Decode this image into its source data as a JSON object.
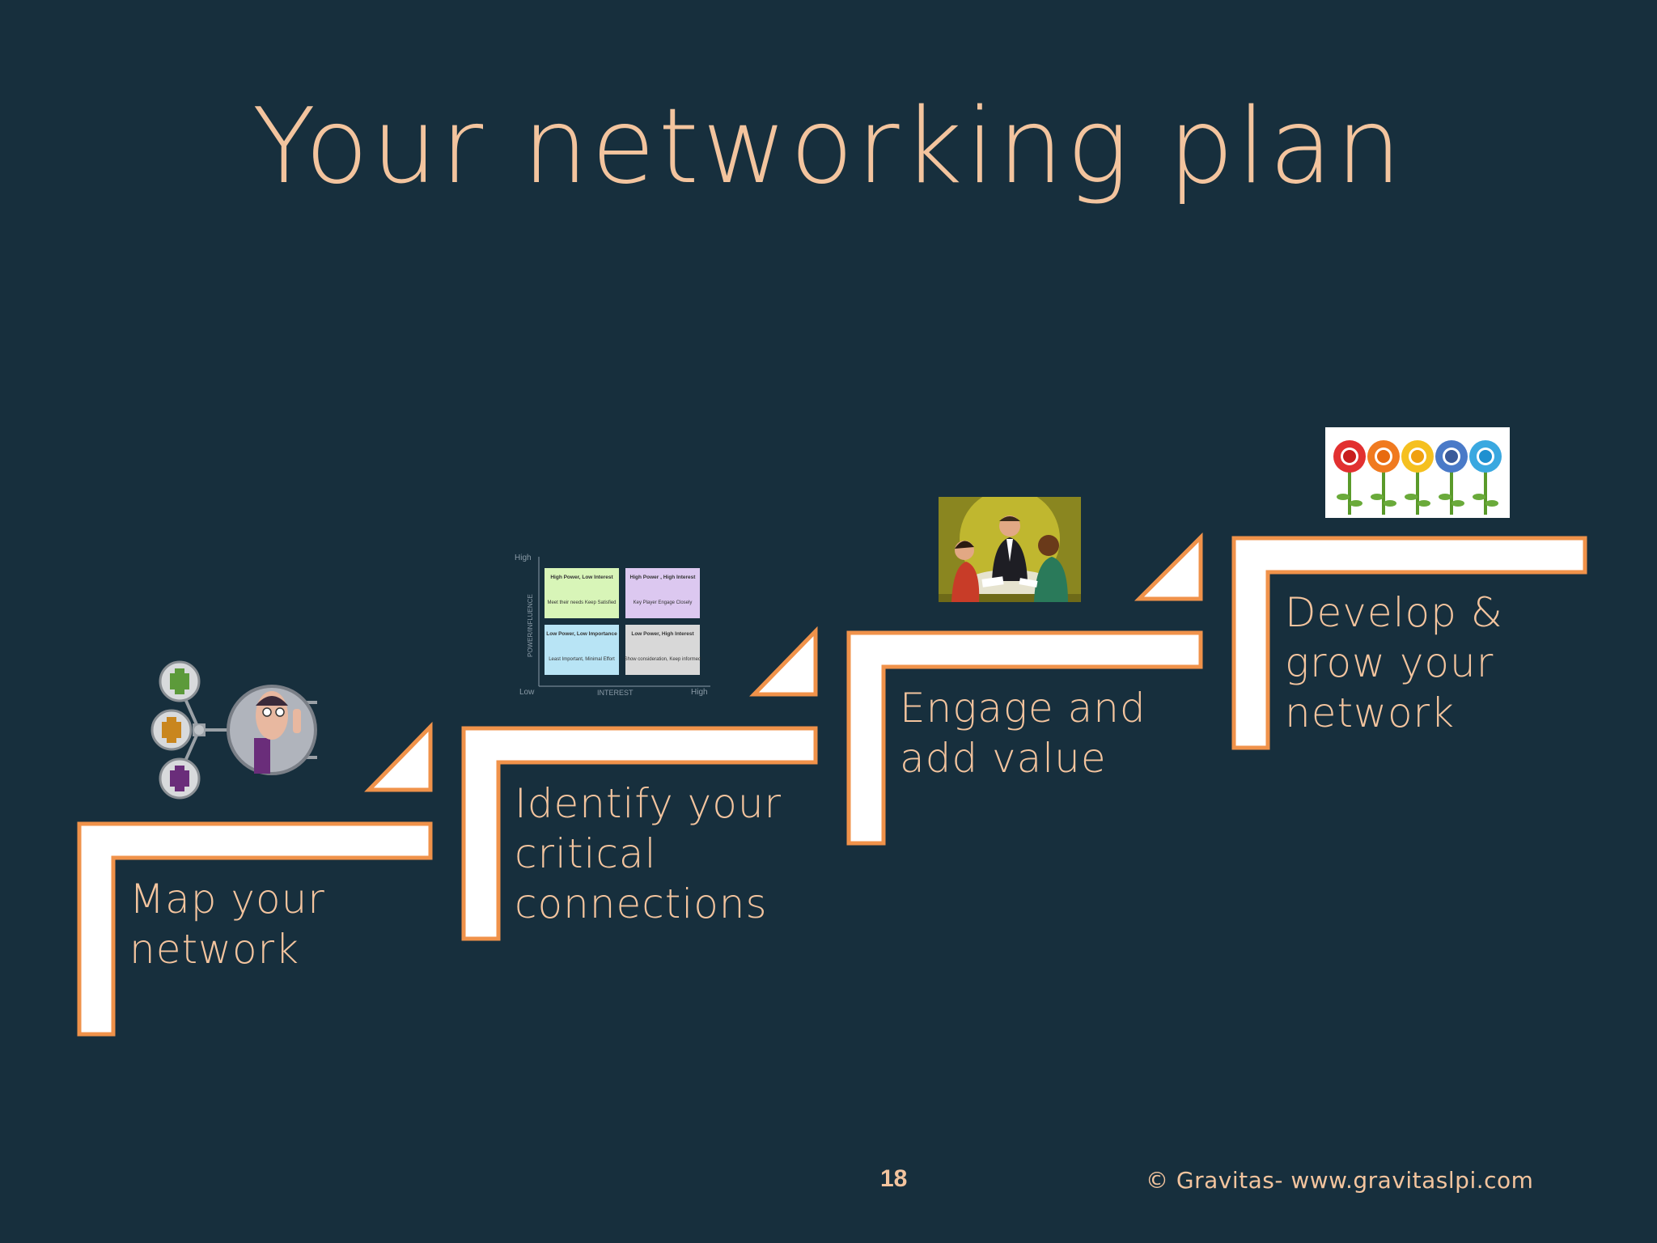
{
  "slide": {
    "title": "Your networking plan",
    "page_number": "18",
    "footer": "© Gravitas- www.gravitaslpi.com"
  },
  "colors": {
    "background": "#172f3d",
    "accent": "#f3c49e",
    "stair_fill": "#ffffff",
    "stair_border": "#f0924a"
  },
  "steps": [
    {
      "label_lines": [
        "Map your",
        "network"
      ],
      "icon": "network-map-icon"
    },
    {
      "label_lines": [
        "Identify your",
        "critical",
        "connections"
      ],
      "icon": "power-interest-grid-image"
    },
    {
      "label_lines": [
        "Engage and",
        "add value"
      ],
      "icon": "meeting-image"
    },
    {
      "label_lines": [
        "Develop &",
        "grow your",
        "network"
      ],
      "icon": "social-flowers-image"
    }
  ],
  "grid_image": {
    "y_axis": "POWER/INFLUENCE",
    "x_axis": "INTEREST",
    "y_high": "High",
    "x_low": "Low",
    "x_high": "High",
    "cells": [
      {
        "title": "High Power, Low Interest",
        "text": "Meet their needs Keep Satisfied",
        "color": "#d8f5b8"
      },
      {
        "title": "High Power , High Interest",
        "text": "Key Player Engage Closely",
        "color": "#dcc8f0"
      },
      {
        "title": "Low Power, Low Importance",
        "text": "Least Important, Minimal Effort",
        "color": "#b8e4f5"
      },
      {
        "title": "Low Power, High Interest",
        "text": "Show consideration, Keep informed",
        "color": "#d8d8d8"
      }
    ]
  }
}
